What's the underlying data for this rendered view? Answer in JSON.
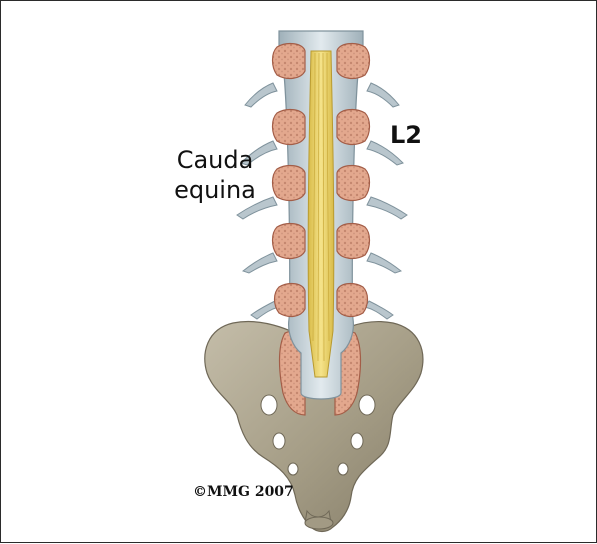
{
  "labels": {
    "cauda_line1": "Cauda",
    "cauda_line2": "equina",
    "level": "L2",
    "copyright": "©MMG 2007"
  },
  "colors": {
    "bone_body": "#e6a98f",
    "bone_spongy": "#c88a72",
    "dura_sheath": "#c7d2d8",
    "nerve_bundle": "#ecd36b",
    "sacrum": "#aaa18b"
  },
  "icons": [
    "spine-illustration"
  ]
}
